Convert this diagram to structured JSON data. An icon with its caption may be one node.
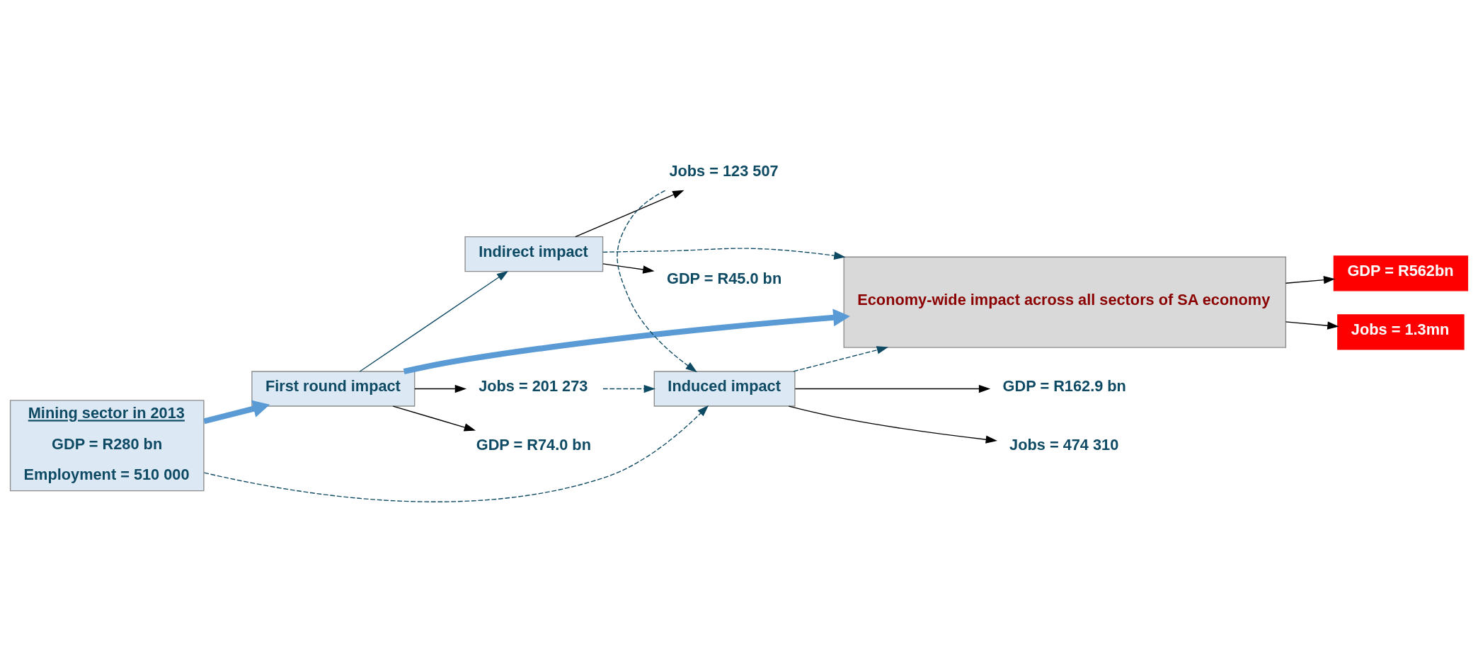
{
  "diagram": {
    "nodes": [
      {
        "text": [
          "Mining sector in 2013",
          "GDP = R280 bn",
          "Employment = 510 000"
        ]
      },
      {
        "text": [
          "First round impact"
        ]
      },
      {
        "text": [
          "Indirect impact"
        ]
      },
      {
        "text": [
          "GDP = R45.0 bn"
        ]
      },
      {
        "text": [
          "Jobs = 123 507"
        ]
      },
      {
        "text": [
          "Economy-wide impact across all sectors of SA economy"
        ]
      },
      {
        "text": [
          "GDP = R74.0 bn"
        ]
      },
      {
        "text": [
          "Jobs = 201 273"
        ]
      },
      {
        "text": [
          "Induced impact"
        ]
      },
      {
        "text": [
          "GDP = R562bn"
        ]
      },
      {
        "text": [
          "Jobs = 1.3mn"
        ]
      },
      {
        "text": [
          "GDP = R162.9 bn"
        ]
      },
      {
        "text": [
          "Jobs = 474 310"
        ]
      }
    ],
    "edges": [
      {
        "from": 0,
        "to": 1,
        "arrow": "to",
        "style": "thick",
        "color": "#5b9bd5"
      },
      {
        "from": 1,
        "to": 2,
        "arrow": "to",
        "color": "#0e4a63"
      },
      {
        "from": 2,
        "to": 3,
        "arrow": "to"
      },
      {
        "from": 2,
        "to": 4,
        "arrow": "to"
      },
      {
        "from": 2,
        "to": 5,
        "arrow": "to",
        "style": "dashed",
        "color": "#0e4a63"
      },
      {
        "from": 1,
        "to": 5,
        "arrow": "to",
        "style": "thick",
        "color": "#5b9bd5"
      },
      {
        "from": 1,
        "to": 6,
        "arrow": "to"
      },
      {
        "from": 1,
        "to": 7,
        "arrow": "to"
      },
      {
        "from": 4,
        "to": 8,
        "arrow": "to",
        "style": "dashed",
        "color": "#0e4a63"
      },
      {
        "from": 0,
        "to": 8,
        "arrow": "to",
        "style": "dashed",
        "color": "#0e4a63"
      },
      {
        "from": 7,
        "to": 8,
        "arrow": "to",
        "style": "dashed",
        "color": "#0e4a63"
      },
      {
        "from": 8,
        "to": 5,
        "arrow": "to",
        "style": "dashed",
        "color": "#0e4a63"
      },
      {
        "from": 5,
        "to": 9,
        "arrow": "to"
      },
      {
        "from": 5,
        "to": 10,
        "arrow": "to"
      },
      {
        "from": 8,
        "to": 11,
        "arrow": "to"
      },
      {
        "from": 8,
        "to": 12,
        "arrow": "to"
      }
    ]
  }
}
